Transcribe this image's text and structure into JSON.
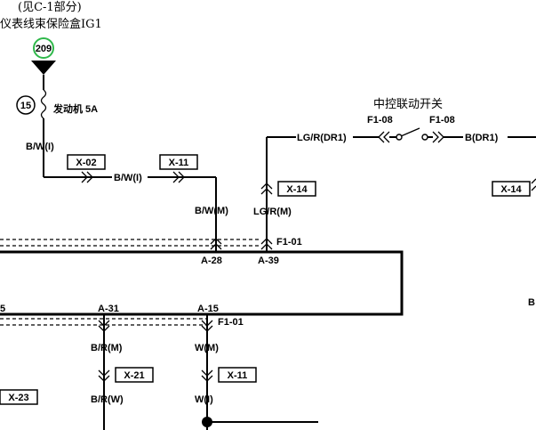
{
  "header": {
    "ref_line": "(见C-1部分)",
    "fuse_box": "仪表线束保险盒IG1"
  },
  "fuse": {
    "node_number": "209",
    "fuse_number": "15",
    "fuse_label": "发动机 5A"
  },
  "wires": {
    "bw_i_vertical": "B/W(I)",
    "bw_i_horizontal": "B/W(I)",
    "bw_m": "B/W(M)",
    "lg_r_m": "LG/R(M)",
    "lg_r_dr1": "LG/R(DR1)",
    "b_dr1": "B(DR1)",
    "b_r_m": "B/R(M)",
    "b_r_w": "B/R(W)",
    "w_m": "W(M)",
    "w_i": "W(I)"
  },
  "connectors": {
    "x02": "X-02",
    "x11_top": "X-11",
    "x14_center": "X-14",
    "x14_right": "X-14",
    "x21": "X-21",
    "x11_bottom": "X-11",
    "x23": "X-23"
  },
  "switch": {
    "title": "中控联动开关",
    "pin_left": "F1-08",
    "pin_right": "F1-08"
  },
  "module": {
    "f1_01_top": "F1-01",
    "f1_01_bottom": "F1-01",
    "pin_a28": "A-28",
    "pin_a39": "A-39",
    "pin_a31": "A-31",
    "pin_a15": "A-15",
    "pin_left_partial": "5",
    "right_partial": "B"
  },
  "colors": {
    "node_ring": "#2fb84a",
    "ink": "#000000"
  }
}
